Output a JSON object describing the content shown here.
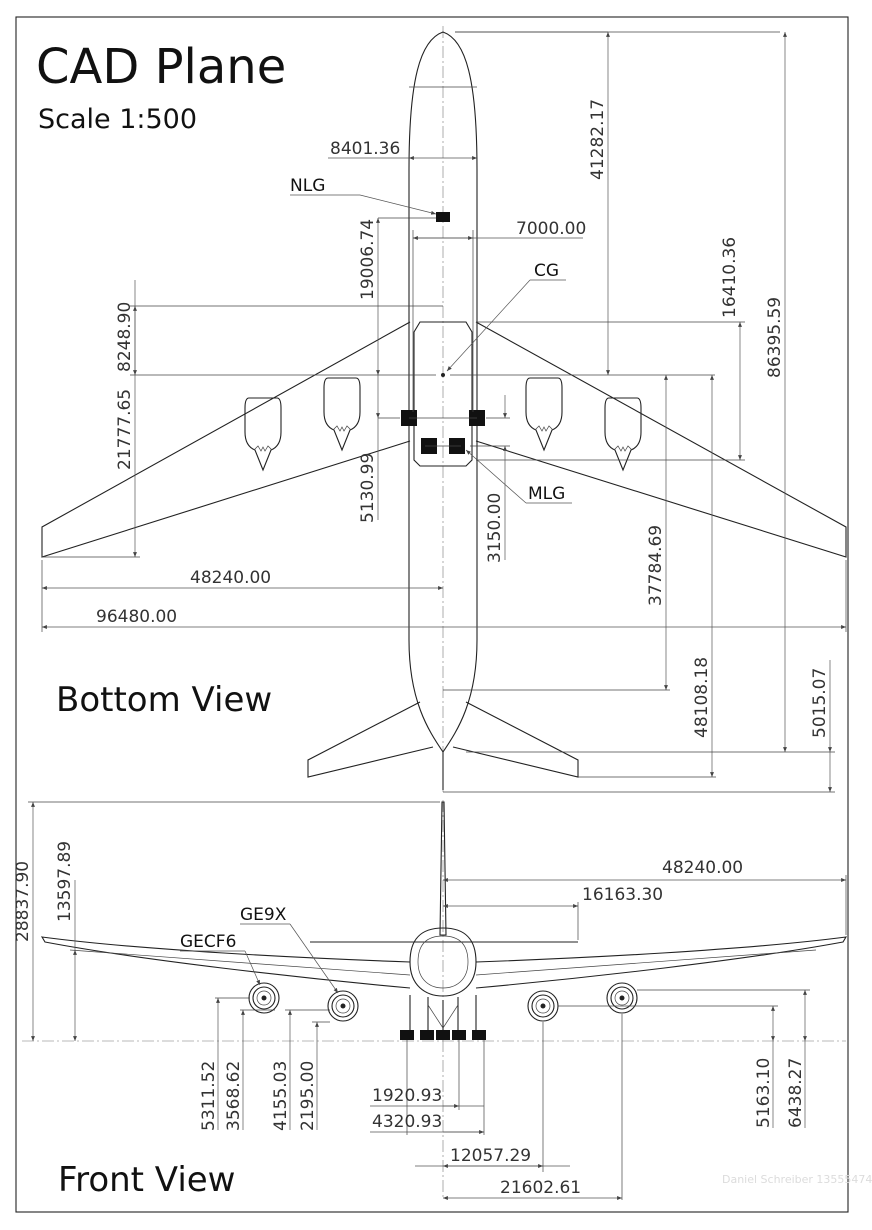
{
  "title": "CAD Plane",
  "scale": "Scale 1:500",
  "views": {
    "bottom": "Bottom View",
    "front": "Front View"
  },
  "callouts": {
    "nlg": "NLG",
    "cg": "CG",
    "mlg": "MLG",
    "ge9x": "GE9X",
    "gecf6": "GECF6"
  },
  "bottom_dims": {
    "fuselage_width": "8401.36",
    "cg_to_nose": "41282.17",
    "main_gear_track": "7000.00",
    "nlg_to_cg": "19006.74",
    "wing_root_offset": "8248.90",
    "cg_to_main_gear": "16410.36",
    "overall_length": "86395.59",
    "wing_chord_span": "21777.65",
    "engine_offset": "5130.99",
    "gear_offset": "3150.00",
    "cg_to_tail": "37784.69",
    "half_span": "48240.00",
    "full_span": "96480.00",
    "tail_length": "48108.18",
    "tail_cone": "5015.07"
  },
  "front_dims": {
    "overall_height": "28837.90",
    "fin_height": "13597.89",
    "half_span": "48240.00",
    "tailplane_half_span": "16163.30",
    "outer_engine_height": "5311.52",
    "outer_engine_center": "3568.62",
    "inner_engine_height": "4155.03",
    "inner_engine_center": "2195.00",
    "gear_track_inner": "1920.93",
    "gear_track_outer": "4320.93",
    "inner_engine_span": "12057.29",
    "outer_engine_span": "21602.61",
    "right_inner_engine_height": "5163.10",
    "right_outer_engine_height": "6438.27"
  },
  "watermark": "Daniel Schreiber 13555474"
}
